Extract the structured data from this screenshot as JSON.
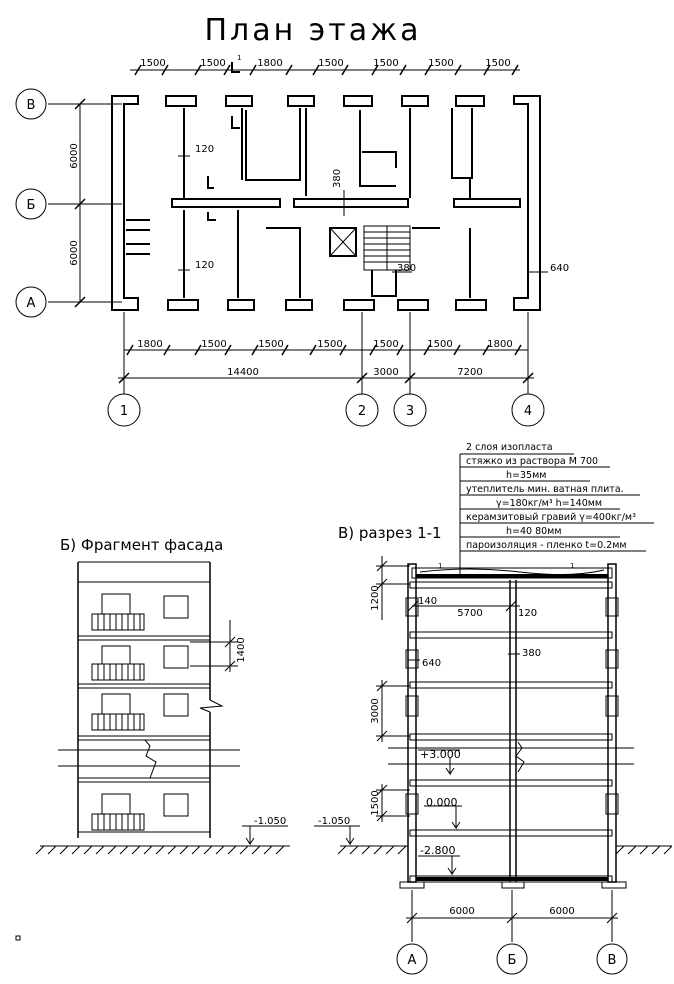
{
  "plan": {
    "title": "План этажа",
    "dims_top": [
      "1500",
      "1500",
      "1800",
      "1500",
      "1500",
      "1500",
      "1500"
    ],
    "dims_bottom": [
      "1800",
      "1500",
      "1500",
      "1500",
      "1500",
      "1500",
      "1800"
    ],
    "dims_totals": [
      "14400",
      "3000",
      "7200"
    ],
    "dims_left": [
      "6000",
      "6000"
    ],
    "inner_dims": [
      "120",
      "120",
      "380",
      "380",
      "640"
    ],
    "section_mark": "1",
    "axes_rows": [
      "В",
      "Б",
      "А"
    ],
    "axes_cols": [
      "1",
      "2",
      "3",
      "4"
    ]
  },
  "facade": {
    "title": "Б) Фрагмент фасада",
    "dim": "1400",
    "level": "-1.050"
  },
  "section": {
    "title": "В) разрез 1-1",
    "layers": [
      "2 слоя изопласта",
      "стяжко из раствора М 700",
      "h=35мм",
      "утеплитель мин. ватная плита.",
      "γ=180кг/м³  h=140мм",
      "керамзитовый гравий γ=400кг/м³",
      "h=40  80мм",
      "пароизоляция - пленко t=0.2мм"
    ],
    "dims_left": [
      "1200",
      "3000",
      "1500"
    ],
    "inner_dims": [
      "140",
      "5700",
      "120",
      "640",
      "380"
    ],
    "levels": [
      "+3.000",
      "0.000",
      "-2.800",
      "-1.050"
    ],
    "dims_bottom": [
      "6000",
      "6000"
    ],
    "axes": [
      "А",
      "Б",
      "В"
    ],
    "roof_marks": [
      "1",
      "1"
    ]
  }
}
